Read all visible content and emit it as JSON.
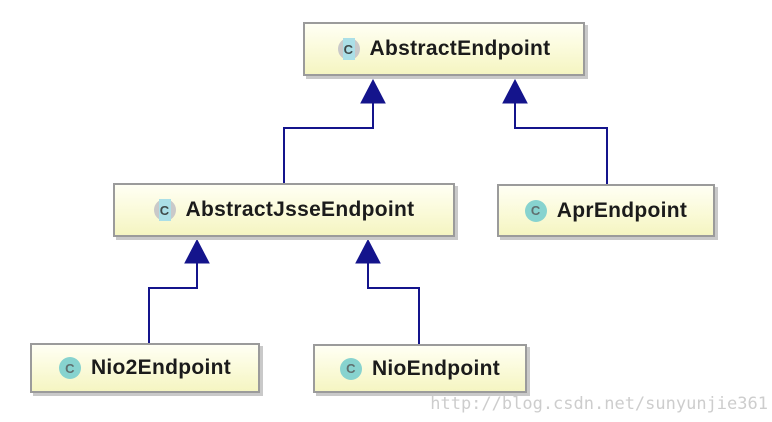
{
  "diagram": {
    "type": "uml-class-hierarchy",
    "nodes": [
      {
        "id": "abstract-endpoint",
        "label": "AbstractEndpoint",
        "icon": "abstract-class",
        "icon_letter": "C"
      },
      {
        "id": "abstract-jsse-endpoint",
        "label": "AbstractJsseEndpoint",
        "icon": "abstract-class",
        "icon_letter": "C"
      },
      {
        "id": "apr-endpoint",
        "label": "AprEndpoint",
        "icon": "class",
        "icon_letter": "C"
      },
      {
        "id": "nio2-endpoint",
        "label": "Nio2Endpoint",
        "icon": "class",
        "icon_letter": "C"
      },
      {
        "id": "nio-endpoint",
        "label": "NioEndpoint",
        "icon": "class",
        "icon_letter": "C"
      }
    ],
    "edges": [
      {
        "from": "AbstractJsseEndpoint",
        "to": "AbstractEndpoint",
        "type": "generalization"
      },
      {
        "from": "AprEndpoint",
        "to": "AbstractEndpoint",
        "type": "generalization"
      },
      {
        "from": "Nio2Endpoint",
        "to": "AbstractJsseEndpoint",
        "type": "generalization"
      },
      {
        "from": "NioEndpoint",
        "to": "AbstractJsseEndpoint",
        "type": "generalization"
      }
    ],
    "colors": {
      "node_fill_top": "#fffff4",
      "node_fill_bottom": "#f5f5c2",
      "node_border": "#9b9b9b",
      "node_shadow": "#c9c9c9",
      "edge": "#14148c",
      "class_icon_circle": "#87d3cf",
      "abstract_icon_circle": "#c9c9c9",
      "abstract_icon_stripe": "#abdfe7",
      "icon_letter": "#5f6f6f",
      "label_text": "#1b1b1b",
      "watermark_text": "#cdcdcd"
    }
  },
  "watermark": {
    "text": "http://blog.csdn.net/sunyunjie361"
  }
}
